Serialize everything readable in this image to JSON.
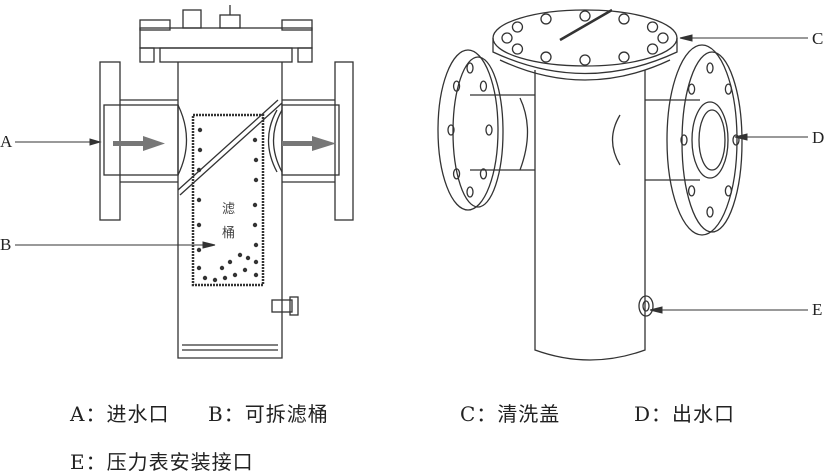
{
  "labels": {
    "a": "A",
    "b": "B",
    "c": "C",
    "d": "D",
    "e": "E"
  },
  "basket_text": [
    "滤",
    "桶"
  ],
  "legend": [
    {
      "key": "A：",
      "text": "进水口"
    },
    {
      "key": "B：",
      "text": "可拆滤桶"
    },
    {
      "key": "C：",
      "text": "清洗盖"
    },
    {
      "key": "D：",
      "text": "出水口"
    },
    {
      "key": "E：",
      "text": "压力表安装接口"
    }
  ],
  "colors": {
    "line": "#333333",
    "arrow": "#777777"
  }
}
